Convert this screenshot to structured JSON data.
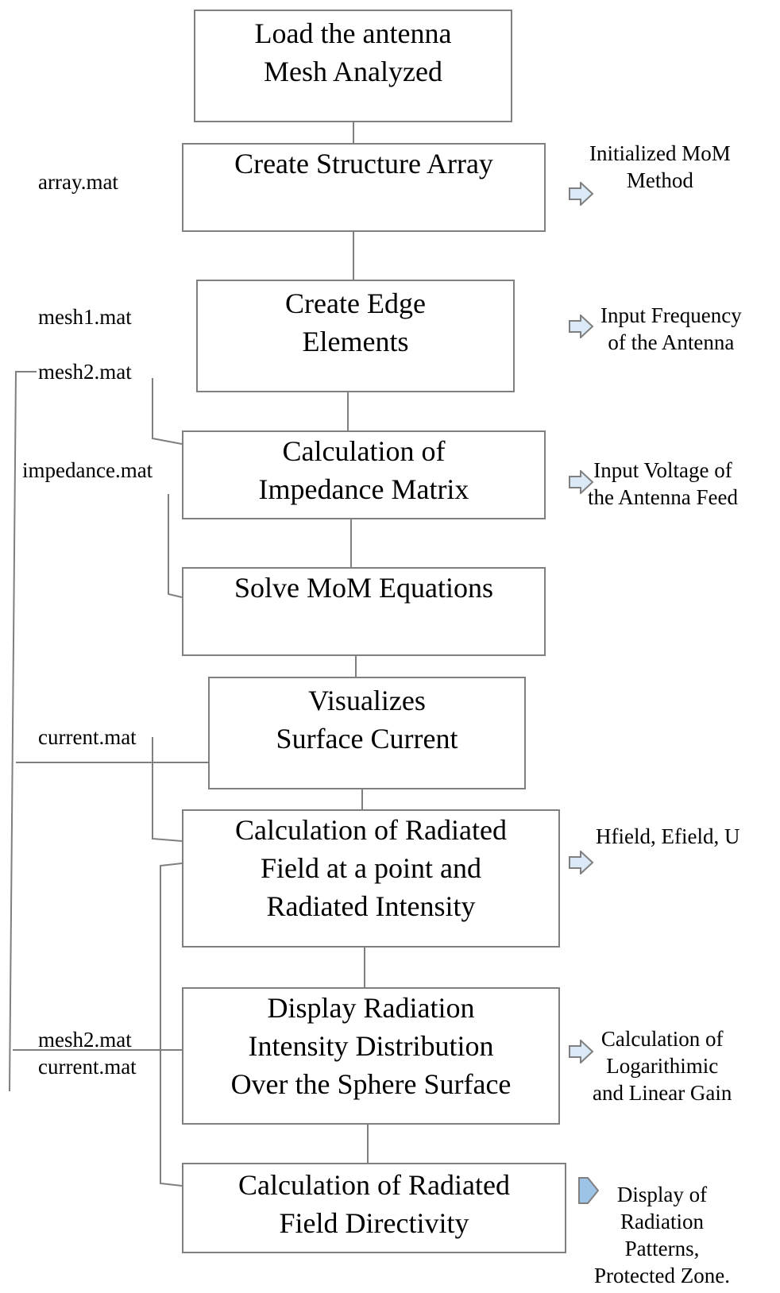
{
  "boxes": [
    {
      "text": "Load the antenna\nMesh Analyzed"
    },
    {
      "text": "Create Structure Array"
    },
    {
      "text": "Create Edge\nElements"
    },
    {
      "text": "Calculation of\nImpedance Matrix"
    },
    {
      "text": "Solve MoM Equations"
    },
    {
      "text": "Visualizes\nSurface Current"
    },
    {
      "text": "Calculation of Radiated\nField at a point and\nRadiated Intensity"
    },
    {
      "text": "Display Radiation\nIntensity Distribution\nOver the Sphere Surface"
    },
    {
      "text": "Calculation of Radiated\nField Directivity"
    }
  ],
  "files": {
    "array": "array.mat",
    "mesh1": "mesh1.mat",
    "mesh2": "mesh2.mat",
    "impedance": "impedance.mat",
    "current": "current.mat",
    "mesh2_current": "mesh2.mat\ncurrent.mat"
  },
  "outputs": {
    "mom": "Initialized   MoM\nMethod",
    "frequency": "Input Frequency\nof the Antenna",
    "voltage": "Input Voltage of\nthe Antenna Feed",
    "fields": "Hfield, Efield, U",
    "gain": "Calculation of\nLogarithimic\nand Linear Gain",
    "patterns": "Display of\nRadiation\nPatterns,\nProtected Zone."
  },
  "colors": {
    "box_border": "#7f7f7f",
    "arrow_fill": "#dbe9f6",
    "arrow_stroke": "#7f7f7f"
  }
}
